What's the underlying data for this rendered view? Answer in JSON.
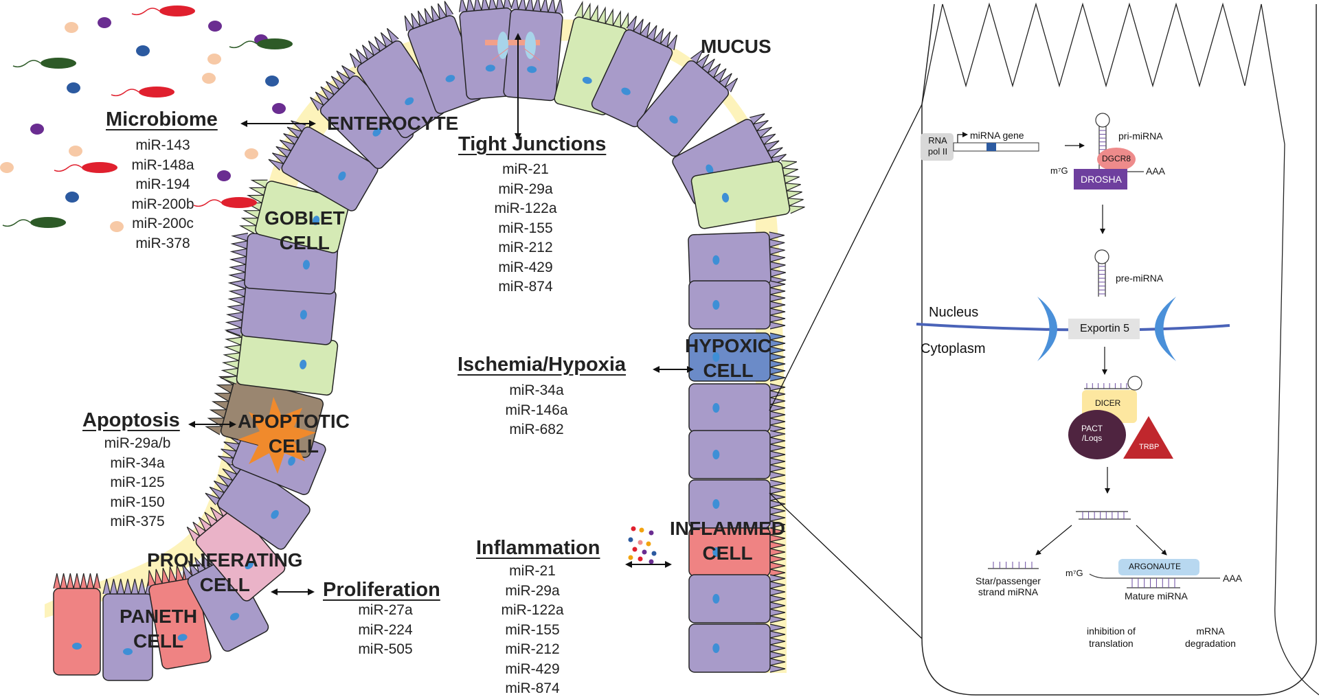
{
  "labels": {
    "mucus": "MUCUS",
    "enterocyte": "ENTEROCYTE",
    "goblet": "GOBLET\nCELL",
    "apoptotic": "APOPTOTIC\nCELL",
    "proliferating": "PROLIFERATING\nCELL",
    "paneth": "PANETH\nCELL",
    "hypoxic": "HYPOXIC\nCELL",
    "inflamed": "INFLAMMED\nCELL"
  },
  "groups": {
    "microbiome": {
      "title": "Microbiome",
      "mirnas": [
        "miR-143",
        "miR-148a",
        "miR-194",
        "miR-200b",
        "miR-200c",
        "miR-378"
      ]
    },
    "tight_junctions": {
      "title": "Tight Junctions",
      "mirnas": [
        "miR-21",
        "miR-29a",
        "miR-122a",
        "miR-155",
        "miR-212",
        "miR-429",
        "miR-874"
      ]
    },
    "ischemia": {
      "title": "Ischemia/Hypoxia",
      "mirnas": [
        "miR-34a",
        "miR-146a",
        "miR-682"
      ]
    },
    "apoptosis": {
      "title": "Apoptosis",
      "mirnas": [
        "miR-29a/b",
        "miR-34a",
        "miR-125",
        "miR-150",
        "miR-375"
      ]
    },
    "inflammation": {
      "title": "Inflammation",
      "mirnas": [
        "miR-21",
        "miR-29a",
        "miR-122a",
        "miR-155",
        "miR-212",
        "miR-429",
        "miR-874"
      ]
    },
    "proliferation": {
      "title": "Proliferation",
      "mirnas": [
        "miR-27a",
        "miR-224",
        "miR-505"
      ]
    }
  },
  "biogenesis": {
    "rna_pol": "RNA\npol II",
    "mirna_gene": "miRNA gene",
    "pri_mirna": "pri-miRNA",
    "dgcr8": "DGCR8",
    "drosha": "DROSHA",
    "m7g_top": "m⁷G",
    "aaa_top": "AAA",
    "pre_mirna": "pre-miRNA",
    "nucleus": "Nucleus",
    "cytoplasm": "Cytoplasm",
    "exportin": "Exportin 5",
    "dicer": "DICER",
    "pact": "PACT\n/Loqs",
    "trbp": "TRBP",
    "star_strand": "Star/passenger\nstrand miRNA",
    "argonaute": "ARGONAUTE",
    "m7g_bottom": "m⁷G",
    "aaa_bottom": "AAA",
    "mature": "Mature miRNA",
    "inhibition": "inhibition of\ntranslation",
    "degradation": "mRNA\ndegradation"
  },
  "colors": {
    "enterocyte": "#a89bc9",
    "goblet": "#d5eab5",
    "apoptotic": "#9a8670",
    "apoptotic_burst": "#f08a2c",
    "paneth": "#ef8383",
    "proliferating": "#eab3c8",
    "hypoxic": "#6b8bc8",
    "inflamed": "#ef8383",
    "mucus": "#fdf3bb",
    "nucleus_dot": "#3e8fd6",
    "drosha": "#6e3f9e",
    "dgcr8": "#ee8b8b",
    "dicer": "#fde7a0",
    "pact": "#4f2440",
    "trbp": "#c0272d",
    "argonaute": "#b8d8f0",
    "exportin": "#e3e3e3",
    "exportin_arc": "#4a90d9"
  }
}
